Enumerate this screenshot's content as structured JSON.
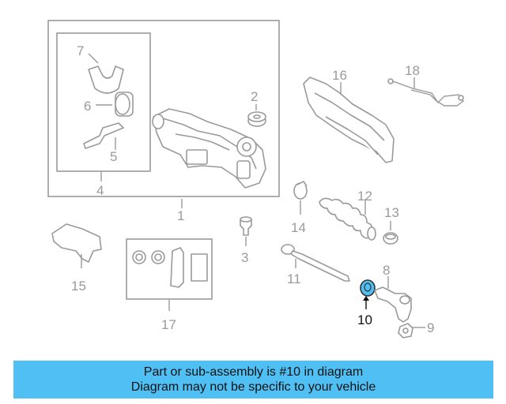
{
  "callouts": {
    "c1": "1",
    "c2": "2",
    "c3": "3",
    "c4": "4",
    "c5": "5",
    "c6": "6",
    "c7": "7",
    "c8": "8",
    "c9": "9",
    "c10": "10",
    "c11": "11",
    "c12": "12",
    "c13": "13",
    "c14": "14",
    "c15": "15",
    "c16": "16",
    "c17": "17",
    "c18": "18"
  },
  "highlight_color": "#50c0f4",
  "caption": {
    "line1": "Part or sub-assembly is #10 in diagram",
    "line2": "Diagram may not be specific to your vehicle"
  }
}
